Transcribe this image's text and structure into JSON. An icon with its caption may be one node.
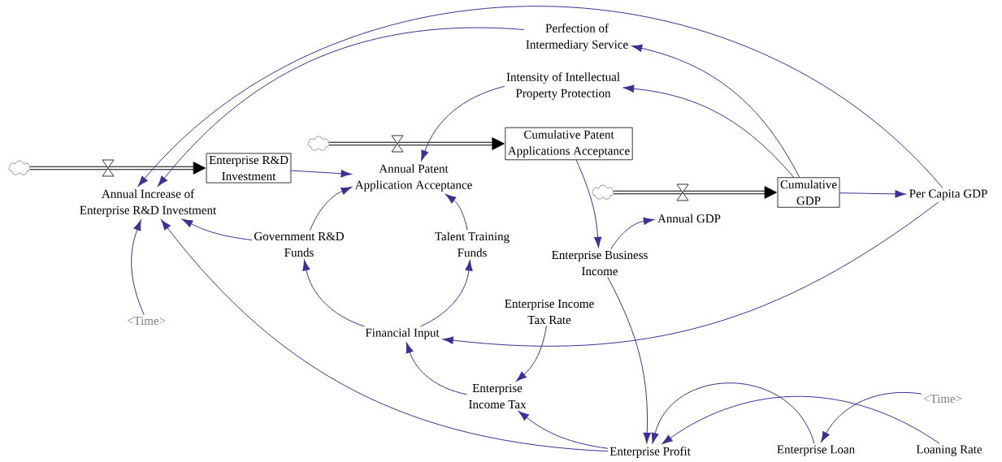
{
  "diagram": {
    "nodes": [
      {
        "text": [],
        "shape": "cloud"
      },
      {
        "text": [
          "Annual Increase of Enterprise R&D Investment"
        ]
      },
      {
        "text": [
          "Enterprise R&D Investment"
        ]
      },
      {
        "text": [
          "Perfection of Intermediary Service"
        ]
      },
      {
        "text": [
          "Intensity of Intellectual Property Protection"
        ]
      },
      {
        "text": [],
        "shape": "cloud"
      },
      {
        "text": [
          "Annual Patent Application Acceptance"
        ]
      },
      {
        "text": [
          "Cumulative Patent Applications Acceptance"
        ]
      },
      {
        "text": [],
        "shape": "cloud"
      },
      {
        "text": [
          "Cumulative GDP"
        ]
      },
      {
        "text": [
          "Per Capita GDP"
        ]
      },
      {
        "text": [
          "Annual GDP"
        ]
      },
      {
        "text": [
          "Government R&D Funds"
        ]
      },
      {
        "text": [
          "Talent Training Funds"
        ]
      },
      {
        "text": [
          "Enterprise Business Income"
        ]
      },
      {
        "text": [
          "<Time>"
        ]
      },
      {
        "text": [
          "Financial Input"
        ]
      },
      {
        "text": [
          "Enterprise Income Tax Rate"
        ]
      },
      {
        "text": [
          "Enterprise Income Tax"
        ]
      },
      {
        "text": [
          "Enterprise Profit"
        ]
      },
      {
        "text": [
          "<Time>"
        ]
      },
      {
        "text": [
          "Enterprise Loan"
        ]
      },
      {
        "text": [
          "Loaning Rate"
        ]
      }
    ],
    "edges": [
      {
        "from": 0,
        "to": 2,
        "arrow": "to",
        "style": "thick",
        "color": "#000000"
      },
      {
        "from": 5,
        "to": 7,
        "arrow": "to",
        "style": "thick",
        "color": "#000000"
      },
      {
        "from": 8,
        "to": 9,
        "arrow": "to",
        "style": "thick",
        "color": "#000000"
      },
      {
        "from": 2,
        "to": 6,
        "arrow": "to"
      },
      {
        "from": 10,
        "to": 1,
        "arrow": "to"
      },
      {
        "from": 3,
        "to": 1,
        "arrow": "to"
      },
      {
        "from": 4,
        "to": 6,
        "arrow": "to"
      },
      {
        "from": 9,
        "to": 3,
        "arrow": "to"
      },
      {
        "from": 9,
        "to": 4,
        "arrow": "to"
      },
      {
        "from": 9,
        "to": 10,
        "arrow": "to"
      },
      {
        "from": 7,
        "to": 14,
        "arrow": "to"
      },
      {
        "from": 14,
        "to": 11,
        "arrow": "to"
      },
      {
        "from": 10,
        "to": 16,
        "arrow": "to"
      },
      {
        "from": 12,
        "to": 1,
        "arrow": "to"
      },
      {
        "from": 12,
        "to": 6,
        "arrow": "to"
      },
      {
        "from": 13,
        "to": 6,
        "arrow": "to"
      },
      {
        "from": 16,
        "to": 12,
        "arrow": "to"
      },
      {
        "from": 16,
        "to": 13,
        "arrow": "to"
      },
      {
        "from": 15,
        "to": 1,
        "arrow": "to"
      },
      {
        "from": 19,
        "to": 1,
        "arrow": "to"
      },
      {
        "from": 18,
        "to": 16,
        "arrow": "to"
      },
      {
        "from": 17,
        "to": 18,
        "arrow": "to"
      },
      {
        "from": 19,
        "to": 18,
        "arrow": "to"
      },
      {
        "from": 14,
        "to": 19,
        "arrow": "to"
      },
      {
        "from": 21,
        "to": 19,
        "arrow": "to"
      },
      {
        "from": 22,
        "to": 19,
        "arrow": "to"
      },
      {
        "from": 20,
        "to": 21,
        "arrow": "to"
      }
    ]
  }
}
